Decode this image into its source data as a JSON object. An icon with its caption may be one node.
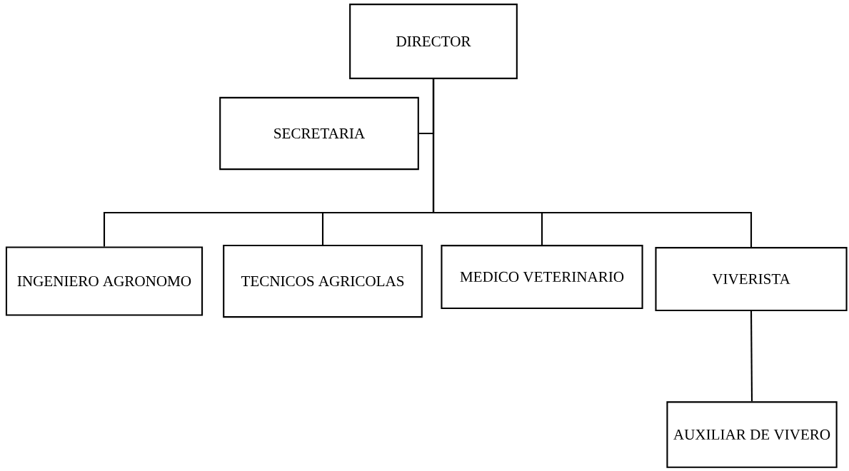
{
  "diagram": {
    "nodes": [
      {
        "text": [
          "DIRECTOR"
        ]
      },
      {
        "text": [
          "SECRETARIA"
        ]
      },
      {
        "text": [
          "INGENIERO AGRONOMO"
        ]
      },
      {
        "text": [
          "TECNICOS AGRICOLAS"
        ]
      },
      {
        "text": [
          "MEDICO VETERINARIO"
        ]
      },
      {
        "text": [
          "VIVERISTA"
        ]
      },
      {
        "text": [
          "AUXILIAR DE VIVERO"
        ]
      }
    ],
    "edges": [
      {
        "from": 0,
        "to": 1,
        "arrow": "none"
      },
      {
        "from": 0,
        "to": 2,
        "arrow": "none"
      },
      {
        "from": 0,
        "to": 3,
        "arrow": "none"
      },
      {
        "from": 0,
        "to": 4,
        "arrow": "none"
      },
      {
        "from": 0,
        "to": 5,
        "arrow": "none"
      },
      {
        "from": 5,
        "to": 6,
        "arrow": "none"
      }
    ]
  }
}
